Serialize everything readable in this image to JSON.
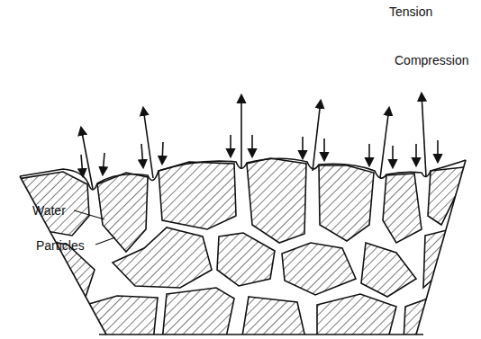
{
  "diagram": {
    "labels": [
      "Tension",
      "Compression",
      "Water",
      "Particles"
    ]
  }
}
